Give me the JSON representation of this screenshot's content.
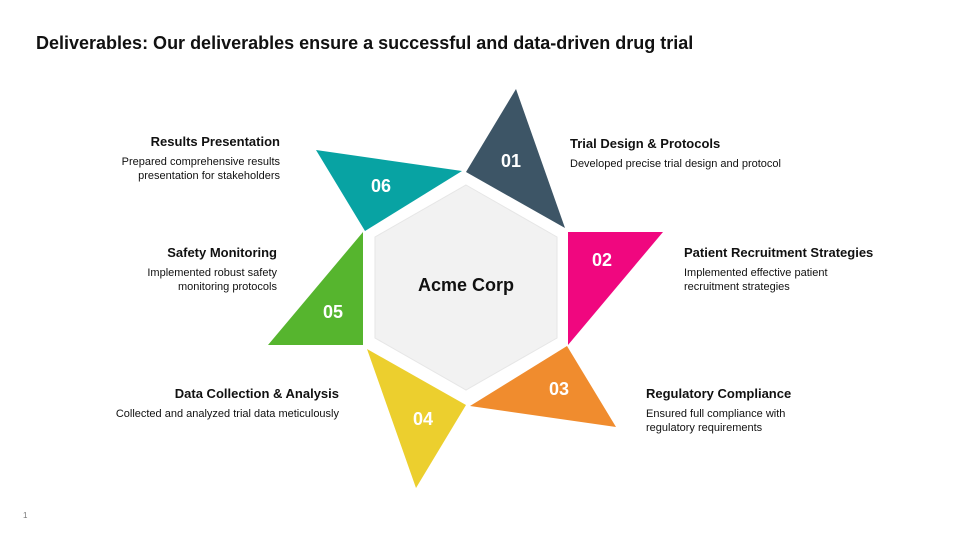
{
  "title": "Deliverables: Our deliverables ensure a successful and data-driven drug trial",
  "center": {
    "label": "Acme Corp"
  },
  "steps": [
    {
      "num": "01",
      "title": "Trial Design & Protocols",
      "desc": "Developed precise trial design and protocol",
      "color": "#3d5566"
    },
    {
      "num": "02",
      "title": "Patient Recruitment Strategies",
      "desc": "Implemented effective patient recruitment strategies",
      "color": "#f0077f"
    },
    {
      "num": "03",
      "title": "Regulatory Compliance",
      "desc": "Ensured full compliance with regulatory requirements",
      "color": "#f08c2e"
    },
    {
      "num": "04",
      "title": "Data Collection & Analysis",
      "desc": "Collected and analyzed trial data meticulously",
      "color": "#eccf2e"
    },
    {
      "num": "05",
      "title": "Safety Monitoring",
      "desc": "Implemented robust safety monitoring protocols",
      "color": "#56b52e"
    },
    {
      "num": "06",
      "title": "Results Presentation",
      "desc": "Prepared comprehensive results presentation for stakeholders",
      "color": "#08a3a3"
    }
  ],
  "page_number": "1"
}
